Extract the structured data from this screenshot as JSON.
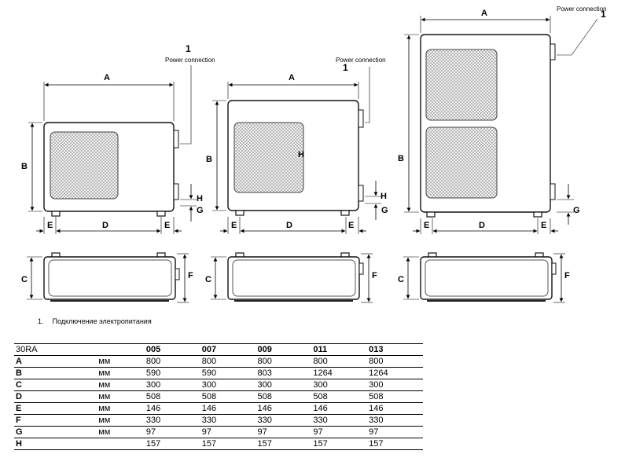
{
  "labels": {
    "A": "A",
    "B": "B",
    "C": "C",
    "D": "D",
    "E": "E",
    "F": "F",
    "G": "G",
    "H": "H",
    "callout_number": "1",
    "power_connection": "Power connection"
  },
  "footnote": {
    "number": "1.",
    "text": "Подключение электропитания"
  },
  "table": {
    "header_label": "30RA",
    "models": [
      "005",
      "007",
      "009",
      "011",
      "013"
    ],
    "rows": [
      {
        "label": "A",
        "unit": "мм",
        "values": [
          "800",
          "800",
          "800",
          "800",
          "800"
        ]
      },
      {
        "label": "B",
        "unit": "мм",
        "values": [
          "590",
          "590",
          "803",
          "1264",
          "1264"
        ]
      },
      {
        "label": "C",
        "unit": "мм",
        "values": [
          "300",
          "300",
          "300",
          "300",
          "300"
        ]
      },
      {
        "label": "D",
        "unit": "мм",
        "values": [
          "508",
          "508",
          "508",
          "508",
          "508"
        ]
      },
      {
        "label": "E",
        "unit": "мм",
        "values": [
          "146",
          "146",
          "146",
          "146",
          "146"
        ]
      },
      {
        "label": "F",
        "unit": "мм",
        "values": [
          "330",
          "330",
          "330",
          "330",
          "330"
        ]
      },
      {
        "label": "G",
        "unit": "мм",
        "values": [
          "97",
          "97",
          "97",
          "97",
          "97"
        ]
      },
      {
        "label": "H",
        "unit": "",
        "values": [
          "157",
          "157",
          "157",
          "157",
          "157"
        ]
      }
    ]
  }
}
